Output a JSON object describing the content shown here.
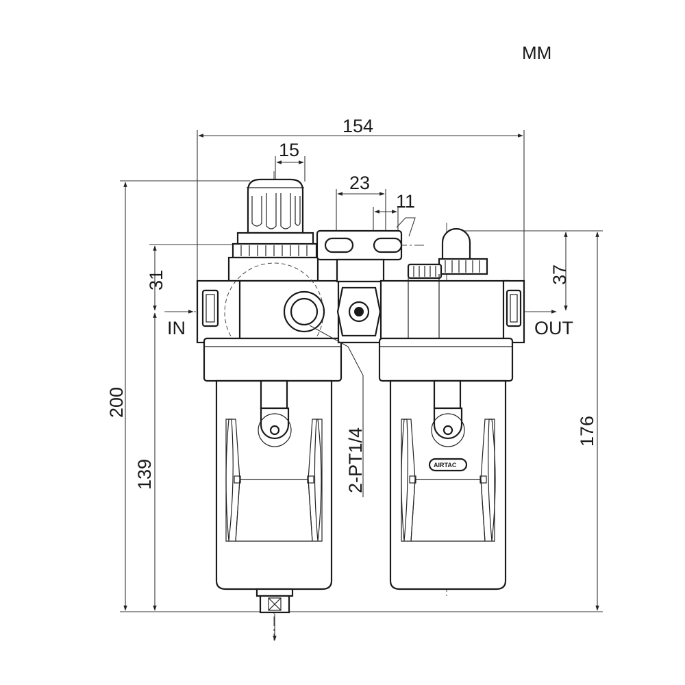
{
  "units": "MM",
  "dimensions": {
    "overall_width": "154",
    "knob_width": "15",
    "bracket_spacing": "23",
    "slot_width": "11",
    "oiler_cap_height": "37",
    "port_height": "31",
    "overall_height": "200",
    "filter_bowl_height": "139",
    "lubricator_height": "176"
  },
  "labels": {
    "inlet": "IN",
    "outlet": "OUT",
    "gauge_port": "2-PT1/4",
    "brand_logo": "AIRTAC"
  }
}
